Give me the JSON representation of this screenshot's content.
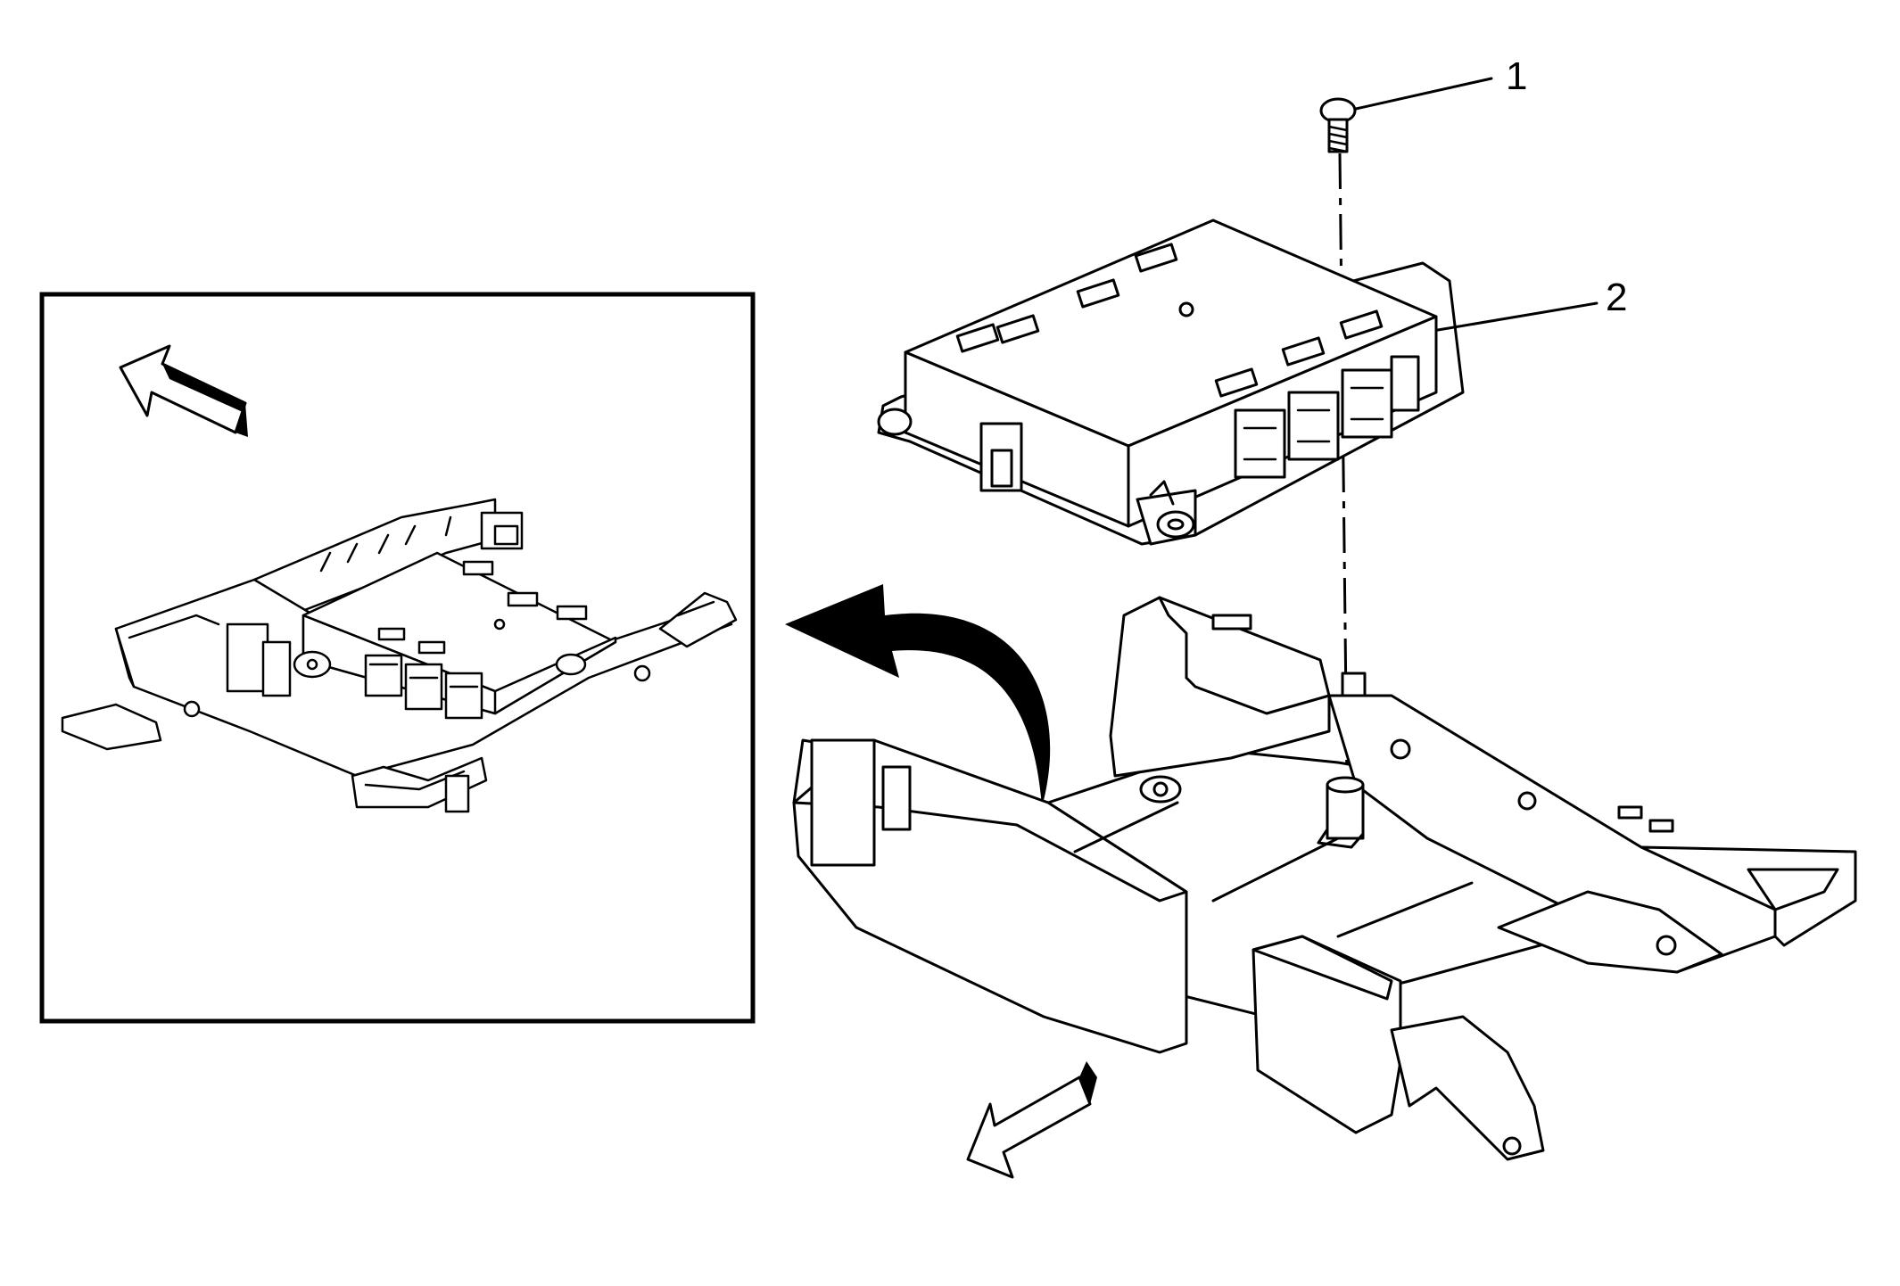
{
  "figure": {
    "callouts": [
      {
        "id": "1",
        "label": "1",
        "part": "fastener"
      },
      {
        "id": "2",
        "label": "2",
        "part": "module"
      }
    ],
    "icons": {
      "inset_direction_arrow": "front-direction-arrow-icon",
      "main_direction_arrow": "front-direction-arrow-icon",
      "view_arrow": "curved-view-arrow-icon"
    },
    "colors": {
      "line": "#000000",
      "background": "#ffffff"
    }
  }
}
